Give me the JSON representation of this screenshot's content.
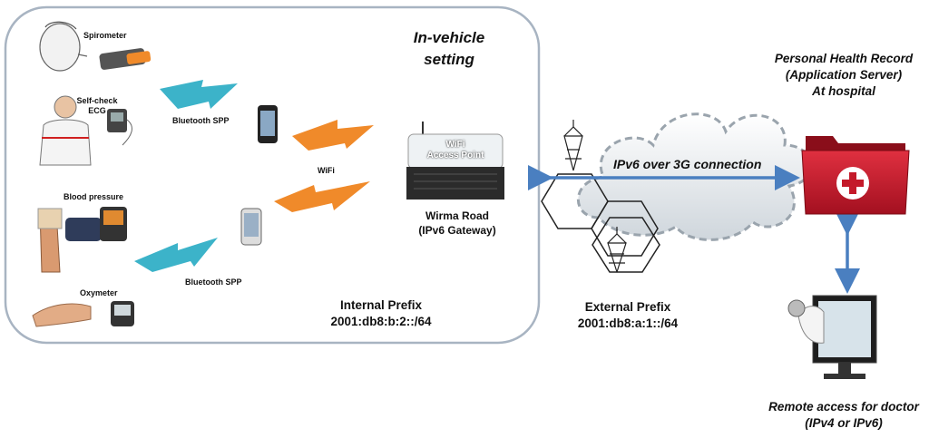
{
  "in_vehicle": {
    "title_line1": "In-vehicle",
    "title_line2": "setting"
  },
  "sensors": {
    "spirometer": "Spirometer",
    "ecg_line1": "Self-check",
    "ecg_line2": "ECG",
    "blood_pressure": "Blood pressure",
    "oxymeter": "Oxymeter"
  },
  "links": {
    "bluetooth_top": "Bluetooth SPP",
    "bluetooth_bottom": "Bluetooth SPP",
    "wifi": "WiFi"
  },
  "gateway": {
    "ap_line1": "WiFi",
    "ap_line2": "Access Point",
    "name_line1": "Wirma Road",
    "name_line2": "(IPv6 Gateway)"
  },
  "internal_prefix": {
    "label": "Internal Prefix",
    "value": "2001:db8:b:2::/64"
  },
  "external_prefix": {
    "label": "External Prefix",
    "value": "2001:db8:a:1::/64"
  },
  "cloud": {
    "label": "IPv6 over 3G connection"
  },
  "server": {
    "line1": "Personal Health Record",
    "line2": "(Application Server)",
    "line3": "At hospital"
  },
  "doctor": {
    "line1": "Remote access for doctor",
    "line2": "(IPv4 or IPv6)"
  },
  "colors": {
    "bluetooth": "#3cb3c9",
    "wifi": "#f08a2a",
    "link_arrow": "#4a7fc0",
    "folder": "#c41a2a"
  }
}
